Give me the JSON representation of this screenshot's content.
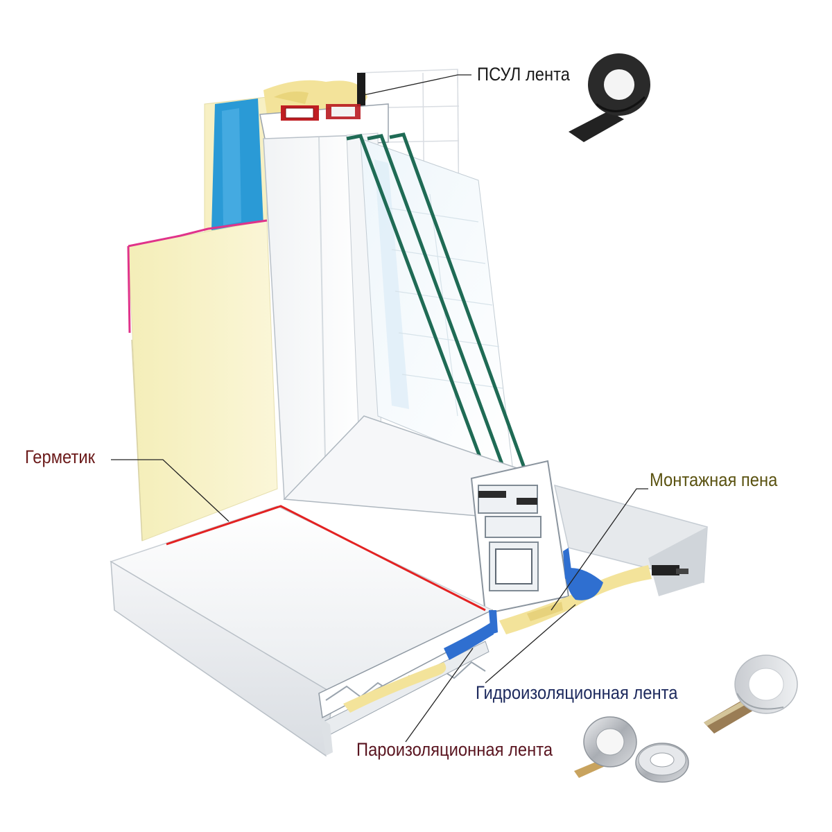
{
  "labels": {
    "psul": "ПСУЛ лента",
    "germetik": "Герметик",
    "montazh": "Монтажная пена",
    "gidro": "Гидроизоляционная лента",
    "paro": "Пароизоляционная лента"
  },
  "colors": {
    "psul_label": "#1a1a1a",
    "germetik_label": "#6b1a1a",
    "montazh_label": "#5a5210",
    "gidro_label": "#1d2a5e",
    "paro_label": "#5a1520",
    "foam": "#f3e39a",
    "wall": "#fbf6d2",
    "vapor_tape": "#2f6fd0",
    "sealant": "#e32222",
    "glass_edge": "#1f6b55",
    "pvc": "#ffffff"
  },
  "icons": [
    "psul-tape-roll-icon",
    "waterproof-tape-roll-icon",
    "vapor-tape-roll-icon"
  ]
}
